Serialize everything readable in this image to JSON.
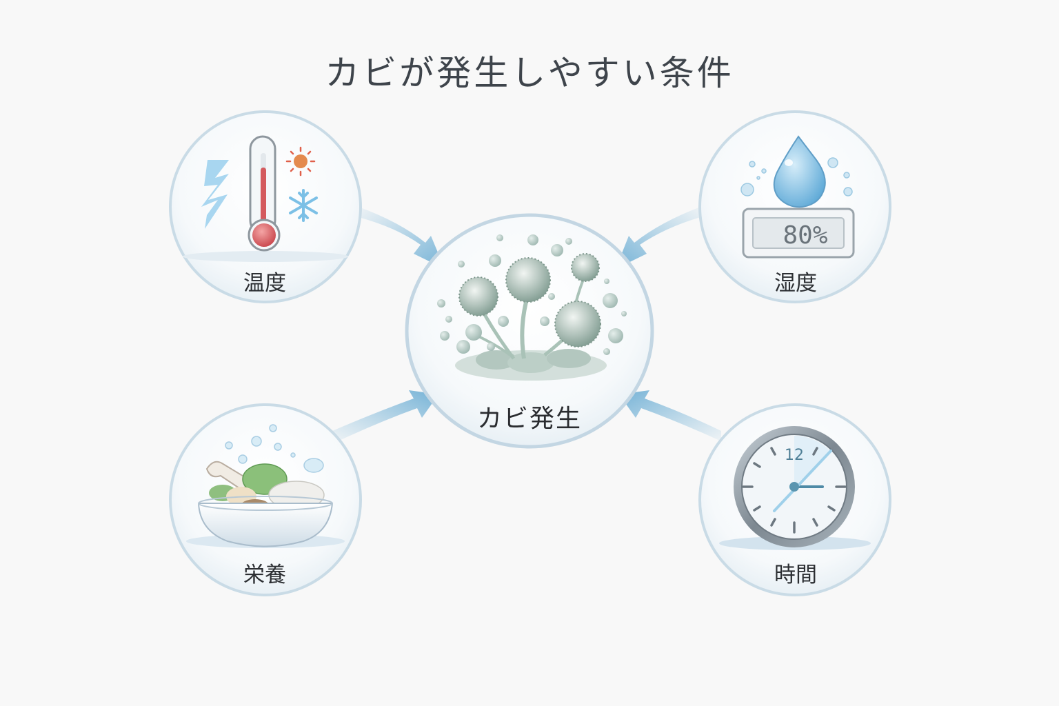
{
  "title": "カビが発生しやすい条件",
  "center": {
    "label": "カビ発生",
    "icon": "mold-icon"
  },
  "factors": [
    {
      "id": "temperature",
      "label": "温度",
      "icon": "thermometer-icon",
      "position": "top-left"
    },
    {
      "id": "humidity",
      "label": "湿度",
      "icon": "water-drop-humidity-meter-icon",
      "position": "top-right",
      "meter_value": "80%"
    },
    {
      "id": "nutrition",
      "label": "栄養",
      "icon": "food-bowl-icon",
      "position": "bottom-left"
    },
    {
      "id": "time",
      "label": "時間",
      "icon": "clock-icon",
      "position": "bottom-right",
      "clock_number": "12"
    }
  ],
  "arrows": [
    {
      "from": "temperature",
      "to": "center"
    },
    {
      "from": "humidity",
      "to": "center"
    },
    {
      "from": "nutrition",
      "to": "center"
    },
    {
      "from": "time",
      "to": "center"
    }
  ],
  "colors": {
    "background": "#f8f8f8",
    "title_text": "#3e444b",
    "circle_border": "#c3d6e3",
    "arrow": "#7fb8d9",
    "thermometer_red": "#d9585c",
    "sun": "#e7824a",
    "snowflake": "#7cc0e6",
    "drop": "#7fbde3",
    "mold": "#8aa79c"
  }
}
